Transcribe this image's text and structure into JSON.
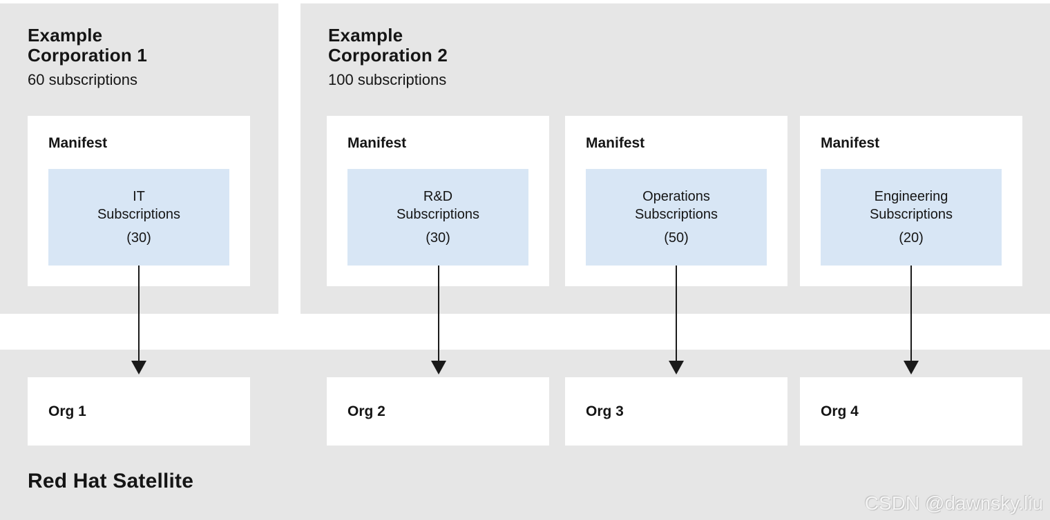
{
  "colors": {
    "panel_gray": "#e6e6e6",
    "subscription_blue": "#d8e6f5",
    "box_white": "#ffffff",
    "text_dark": "#151515",
    "arrow_black": "#1a1a1a"
  },
  "corporations": [
    {
      "name_line1": "Example",
      "name_line2": "Corporation 1",
      "subscriptions": "60 subscriptions",
      "manifests": [
        {
          "label": "Manifest",
          "dept": "IT",
          "type": "Subscriptions",
          "count": "(30)"
        }
      ]
    },
    {
      "name_line1": "Example",
      "name_line2": "Corporation 2",
      "subscriptions": "100 subscriptions",
      "manifests": [
        {
          "label": "Manifest",
          "dept": "R&D",
          "type": "Subscriptions",
          "count": "(30)"
        },
        {
          "label": "Manifest",
          "dept": "Operations",
          "type": "Subscriptions",
          "count": "(50)"
        },
        {
          "label": "Manifest",
          "dept": "Engineering",
          "type": "Subscriptions",
          "count": "(20)"
        }
      ]
    }
  ],
  "satellite": {
    "title": "Red Hat Satellite",
    "orgs": [
      {
        "label": "Org 1"
      },
      {
        "label": "Org 2"
      },
      {
        "label": "Org 3"
      },
      {
        "label": "Org 4"
      }
    ]
  },
  "watermark": "CSDN @dawnsky.liu"
}
